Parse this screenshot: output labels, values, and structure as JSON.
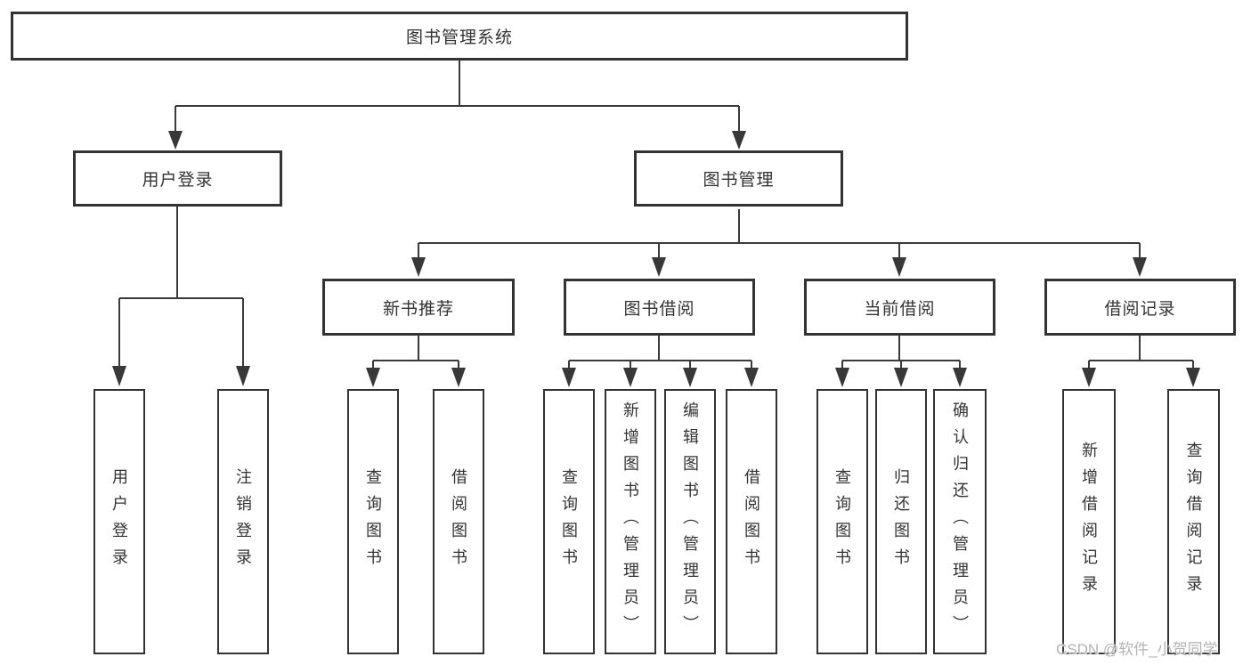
{
  "diagram": {
    "root": {
      "label": "图书管理系统"
    },
    "level2": [
      {
        "label": "用户登录"
      },
      {
        "label": "图书管理"
      }
    ],
    "level3": [
      {
        "label": "新书推荐"
      },
      {
        "label": "图书借阅"
      },
      {
        "label": "当前借阅"
      },
      {
        "label": "借阅记录"
      }
    ],
    "leaves": {
      "user_login": [
        {
          "label": "用户登录"
        },
        {
          "label": "注销登录"
        }
      ],
      "new_book_recommend": [
        {
          "label": "查询图书"
        },
        {
          "label": "借阅图书"
        }
      ],
      "book_borrow": [
        {
          "label": "查询图书"
        },
        {
          "label": "新增图书（管理员）"
        },
        {
          "label": "编辑图书（管理员）"
        },
        {
          "label": "借阅图书"
        }
      ],
      "current_borrow": [
        {
          "label": "查询图书"
        },
        {
          "label": "归还图书"
        },
        {
          "label": "确认归还（管理员）"
        }
      ],
      "borrow_record": [
        {
          "label": "新增借阅记录"
        },
        {
          "label": "查询借阅记录"
        }
      ]
    },
    "watermark": {
      "label": "CSDN @软件_小贺同学"
    },
    "colors": {
      "line": "#3a3a3a",
      "border": "#333333",
      "text": "#333333",
      "background": "#ffffff",
      "watermark": "#b3b3b3"
    }
  }
}
